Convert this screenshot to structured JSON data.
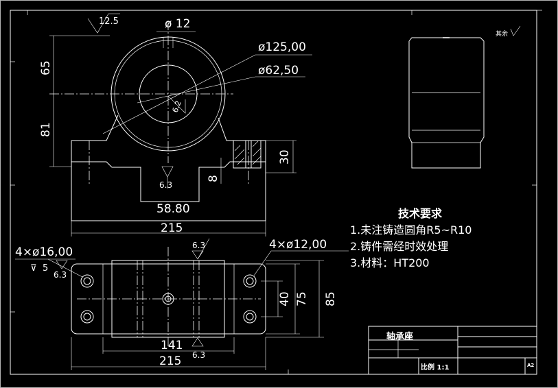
{
  "dimensions": {
    "roughness_top": "12.5",
    "hole_top": "ø 12",
    "outer_dia": "ø125,00",
    "inner_dia": "ø62,50",
    "height_65": "65",
    "height_81": "81",
    "rough_62": "6.2",
    "rough_63_a": "6.3",
    "rough_63_b": "6.3",
    "rough_63_c": "6.3",
    "rough_63_d": "6.3",
    "base_thk": "30",
    "step_8": "8",
    "slot_w": "58.80",
    "total_w": "215",
    "holes_16": "4×ø16,00",
    "depth_5": "5",
    "holes_12": "4×ø12,00",
    "d40": "40",
    "d75": "75",
    "d85": "85",
    "d141": "141",
    "d215b": "215"
  },
  "notes": {
    "heading": "技术要求",
    "line1": "1.未注铸造圆角R5~R10",
    "line2": "2.铸件需经时效处理",
    "line3": "3.材料：HT200"
  },
  "corner_mark": "其余",
  "title_block": {
    "part_name": "轴承座",
    "scale": "比例 1:1",
    "sheet": "A2"
  }
}
